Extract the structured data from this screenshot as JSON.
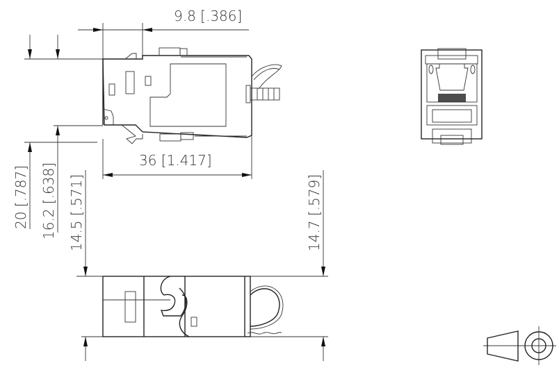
{
  "dimensions": {
    "width_top": "9.8 [.386]",
    "length": "36 [1.417]",
    "height_total": "20 [.787]",
    "height_body": "16.2 [.638]",
    "height_side_left": "14.5 [.571]",
    "height_side_right": "14.7 [.579]"
  },
  "views": [
    "top-view",
    "front-view",
    "side-view",
    "projection-symbol"
  ]
}
